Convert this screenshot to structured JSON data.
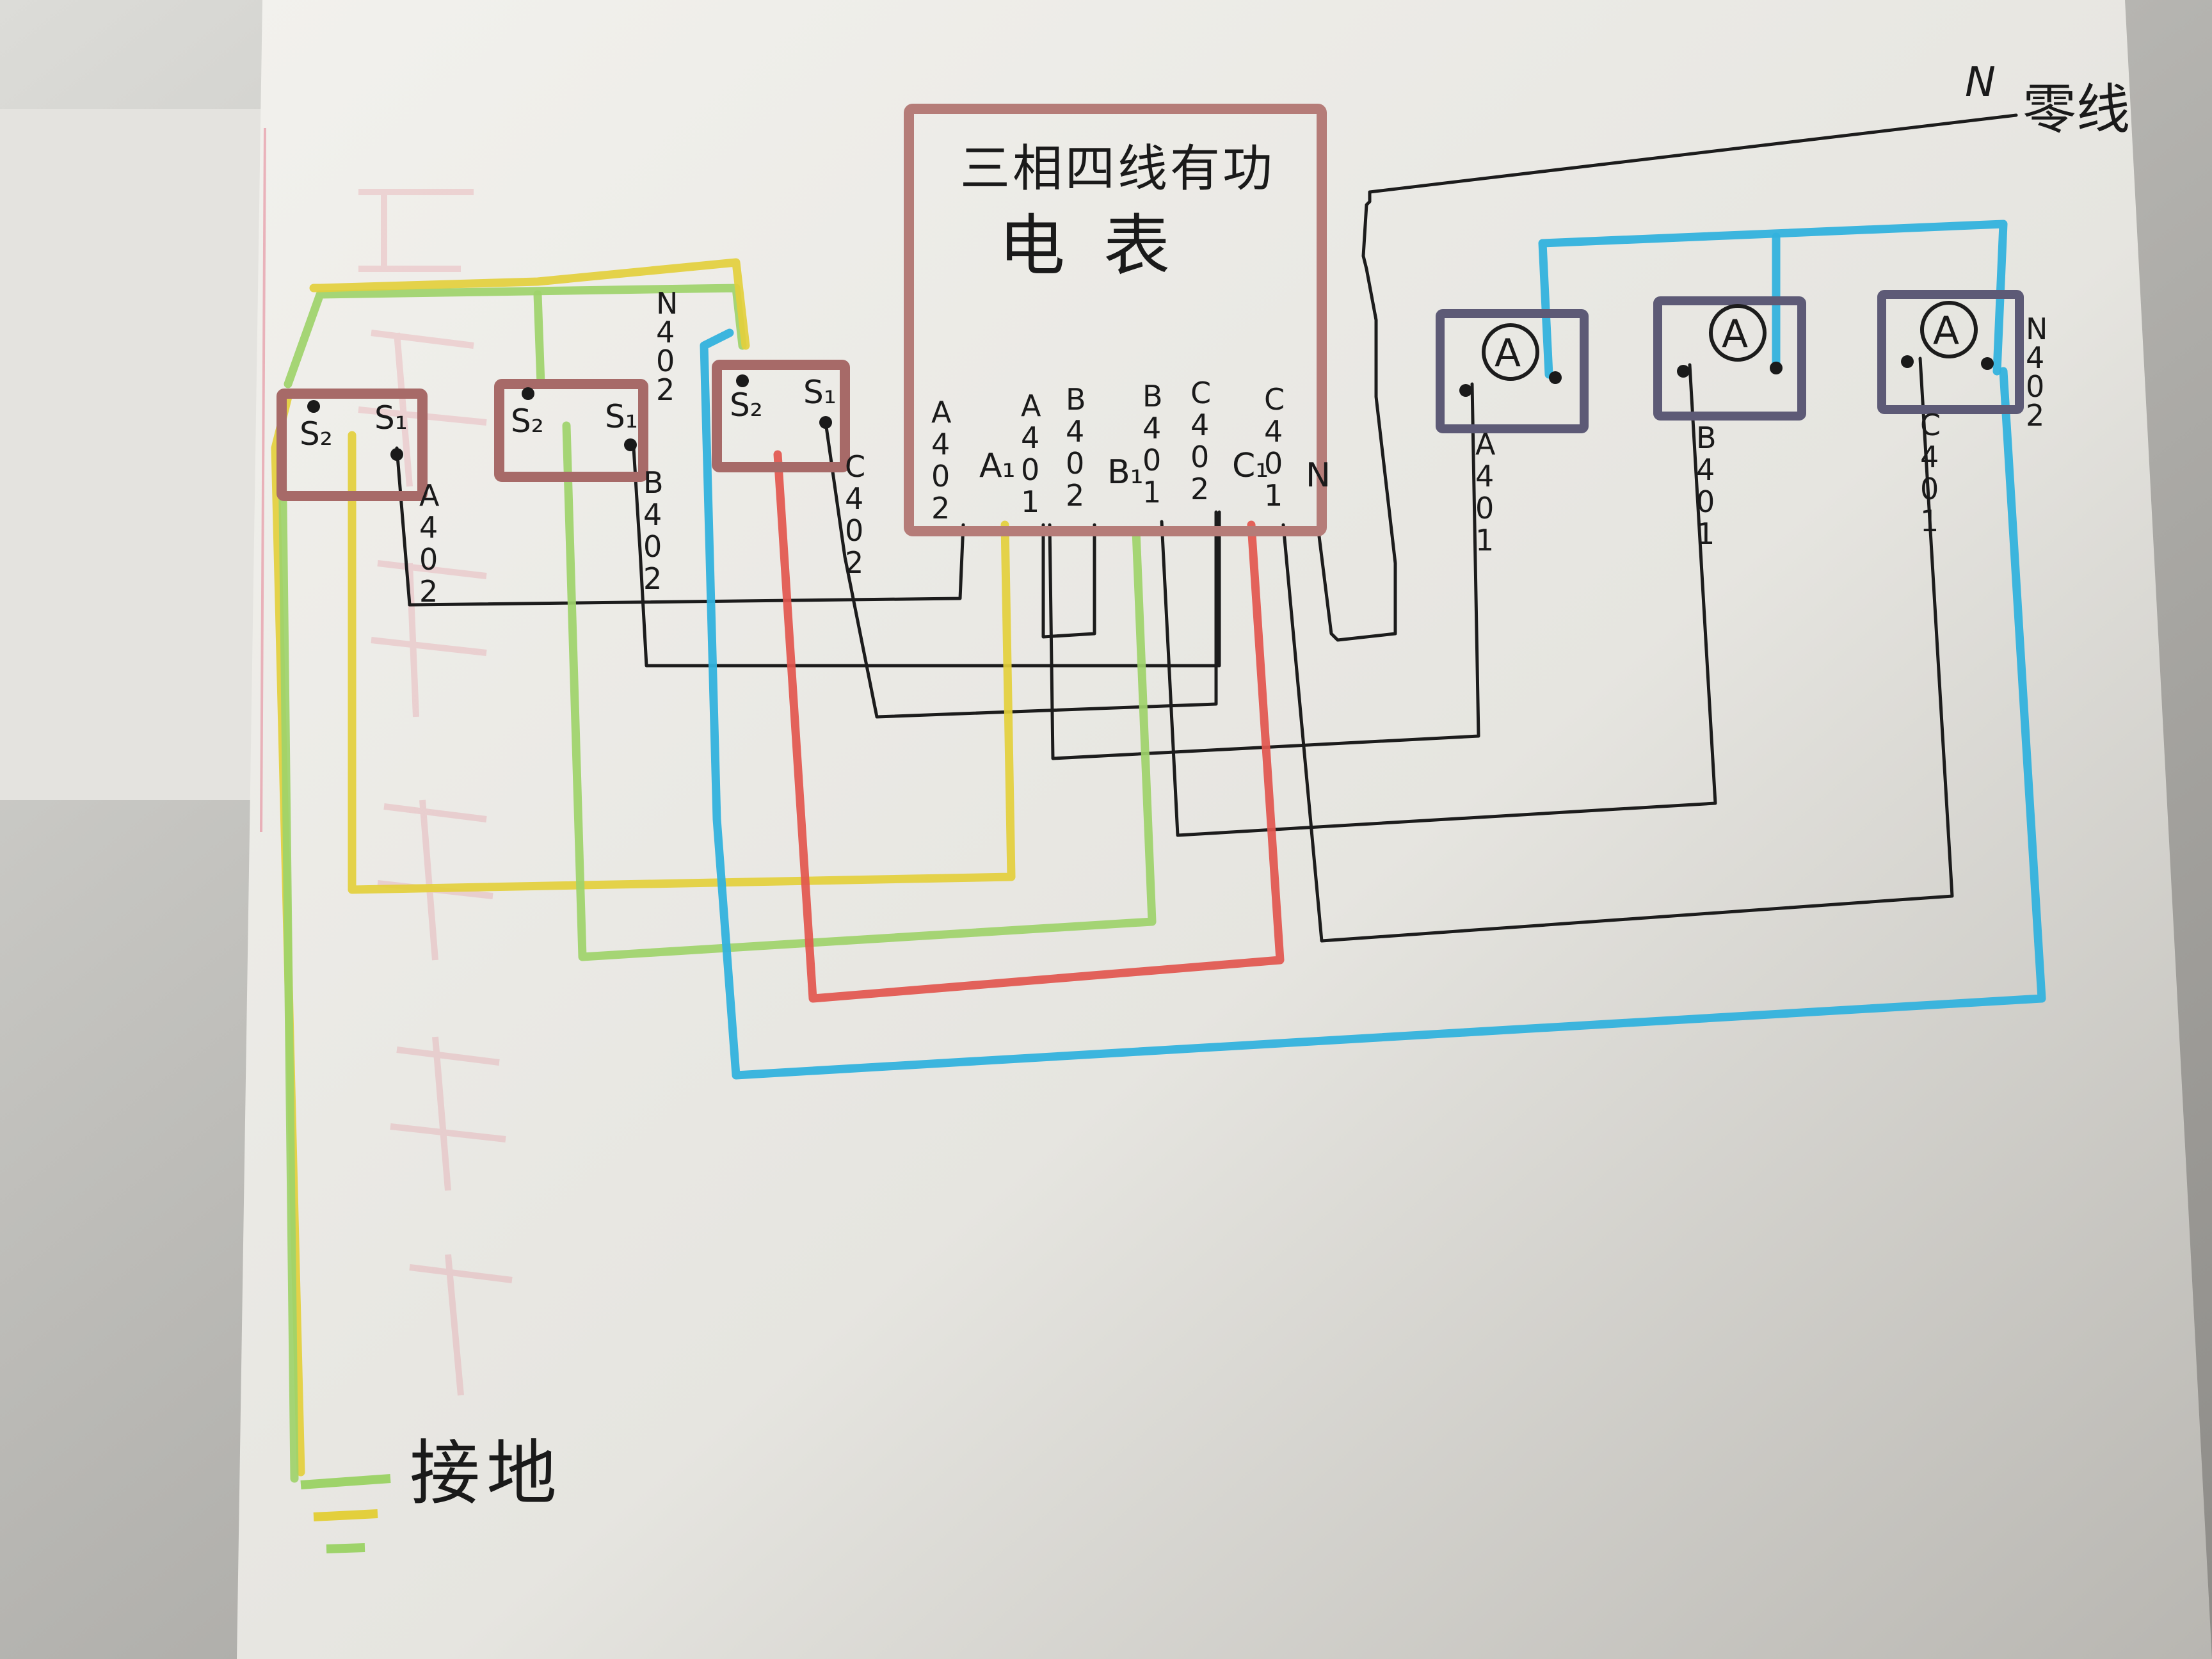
{
  "meter": {
    "title_line1": "三相四线有功",
    "title_line2": "电表"
  },
  "meter_terminals": [
    "A",
    "4",
    "0",
    "2",
    "A₁",
    "A",
    "4",
    "0",
    "1",
    "B",
    "4",
    "0",
    "2",
    "B₁",
    "B",
    "4",
    "0",
    "1",
    "C",
    "4",
    "0",
    "2",
    "C₁",
    "C",
    "4",
    "0",
    "1",
    "N"
  ],
  "current_transformers": [
    {
      "s2": "S₂",
      "s1": "S₁",
      "wire_label": [
        "A",
        "4",
        "0",
        "2"
      ]
    },
    {
      "s2": "S₂",
      "s1": "S₁",
      "wire_label": [
        "B",
        "4",
        "0",
        "2"
      ]
    },
    {
      "s2": "S₂",
      "s1": "S₁",
      "wire_label": [
        "C",
        "4",
        "0",
        "2"
      ]
    }
  ],
  "ct_neutral_label": [
    "N",
    "4",
    "0",
    "2"
  ],
  "ammeters": [
    {
      "symbol": "A",
      "wire_label": [
        "A",
        "4",
        "0",
        "1"
      ]
    },
    {
      "symbol": "A",
      "wire_label": [
        "B",
        "4",
        "0",
        "1"
      ]
    },
    {
      "symbol": "A",
      "wire_label": [
        "C",
        "4",
        "0",
        "1"
      ]
    }
  ],
  "ammeter_neutral_label": [
    "N",
    "4",
    "0",
    "2"
  ],
  "neutral_line": {
    "letter": "N",
    "text": "零线"
  },
  "ground": {
    "text": "接地"
  },
  "colors": {
    "paper": "#ecebe6",
    "ink": "#1c1c1c",
    "yellow": "#e3cf3c",
    "green": "#9ed36a",
    "red": "#e2564e",
    "blue": "#33b2dd",
    "ct_box": "#a76a68",
    "ammeter_box": "#5d5a76",
    "meter_box": "#b57c78"
  }
}
